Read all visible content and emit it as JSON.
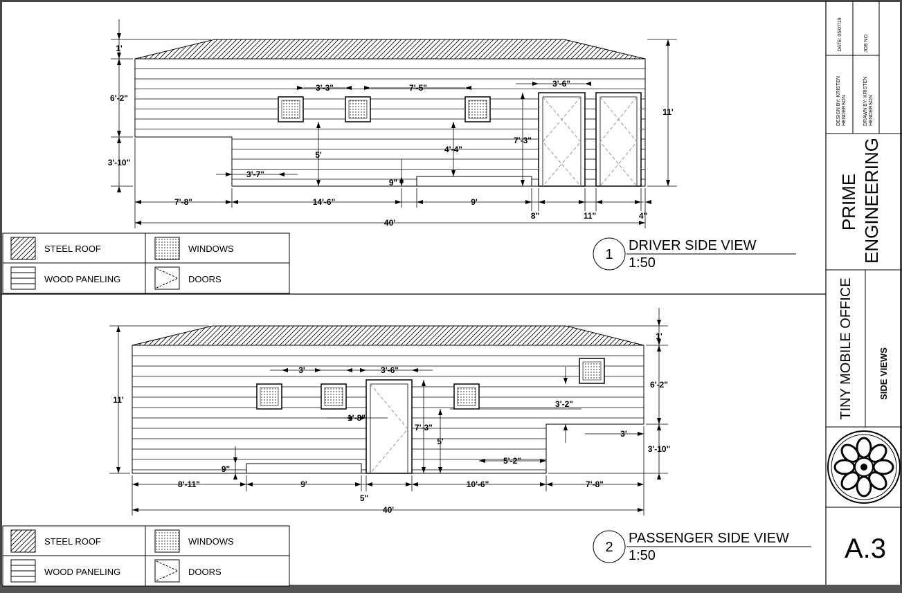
{
  "legend": {
    "items": [
      {
        "key": "steel-roof",
        "label": "STEEL ROOF"
      },
      {
        "key": "windows",
        "label": "WINDOWS"
      },
      {
        "key": "wood-paneling",
        "label": "WOOD PANELING"
      },
      {
        "key": "doors",
        "label": "DOORS"
      }
    ]
  },
  "views": [
    {
      "number": "1",
      "title": "DRIVER SIDE VIEW",
      "scale": "1:50"
    },
    {
      "number": "2",
      "title": "PASSENGER SIDE VIEW",
      "scale": "1:50"
    }
  ],
  "driver_dims": {
    "roof_h": "1'",
    "wall_h": "6'-2\"",
    "lower_h": "3'-10\"",
    "total_h": "11'",
    "win_gap_1": "3'-3\"",
    "win_gap_2": "7'-5\"",
    "door_w": "3'-6\"",
    "door_h": "7'-3\"",
    "win_sill": "5'",
    "win_sill_2": "4'-4\"",
    "step_x": "3'-7\"",
    "step_h": "9\"",
    "bot_1": "7'-8\"",
    "bot_2": "14'-6\"",
    "bot_3": "9'",
    "bot_4": "8\"",
    "bot_5": "11\"",
    "bot_6": "4\"",
    "overall": "40'"
  },
  "passenger_dims": {
    "total_h": "11'",
    "roof_h": "1'",
    "wall_h": "6'-2\"",
    "lower_h": "3'-10\"",
    "win_gap": "3'",
    "door_w": "3'-6\"",
    "win_side": "3'-2\"",
    "door_off": "1'-8\"",
    "door_h": "7'-3\"",
    "win_sill": "5'",
    "step_w": "5'-2\"",
    "right_w": "3'",
    "step_h": "9\"",
    "bot_1": "8'-11\"",
    "bot_2": "9'",
    "bot_3": "5\"",
    "bot_4": "10'-6\"",
    "bot_5": "7'-8\"",
    "overall": "40'"
  },
  "title_block": {
    "date": "DATE: 05/07/19",
    "job_no": "JOB NO.",
    "design_by": "DESIGN BY: KRISTEN HENDERSON",
    "drawn_by": "DRAWN BY: KRISTEN HENDERSON",
    "company_line1": "PRIME",
    "company_line2": "ENGINEERING",
    "project": "TINY MOBILE OFFICE",
    "sheet_title": "SIDE VIEWS",
    "sheet_no": "A.3",
    "logo": "lotus-emblem-icon"
  }
}
